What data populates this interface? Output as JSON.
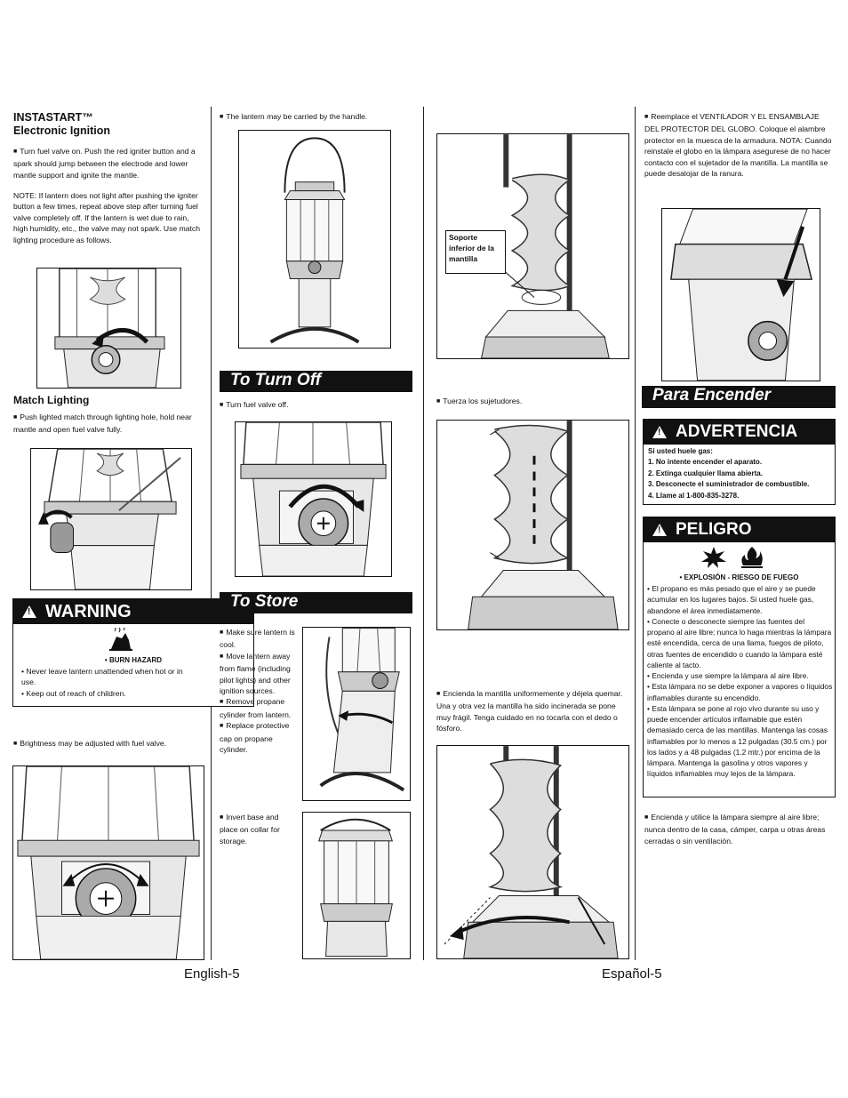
{
  "col1": {
    "instastart_title": "INSTASTART™",
    "instastart_sub": "Electronic Ignition",
    "instastart_step": "Turn fuel valve on. Push the red igniter button and a spark should jump between the electrode and lower mantle support and ignite the mantle.",
    "instastart_note": "NOTE: If lantern does not light after pushing the igniter button a few times, repeat above step after turning fuel valve completely off.  If the lantern is wet due to rain, high humidity, etc., the valve may not spark. Use match lighting procedure as follows.",
    "match_title": "Match Lighting",
    "match_step": "Push lighted match through lighting hole, hold near mantle and open fuel valve fully.",
    "warning_title": "WARNING",
    "burn_hazard": "• BURN HAZARD",
    "burn_1": "• Never leave lantern unattended when hot or in use.",
    "burn_2": "• Keep out of reach of children.",
    "brightness": "Brightness may be adjusted with fuel valve."
  },
  "col2": {
    "carry": "The lantern may be carried by the handle.",
    "turn_off_title": "To Turn Off",
    "turn_off_step": "Turn fuel valve off.",
    "store_title": "To Store",
    "store_1": "Make sure lantern is cool.",
    "store_2": "Move lantern away from flame (including pilot lights) and other ignition sources.",
    "store_3": "Remove propane cylinder from lantern.",
    "store_4": "Replace protective cap on propane cylinder.",
    "store_5": "Invert base and place on collar for storage."
  },
  "col3": {
    "callout": "Soporte inferior de la mantilla",
    "tuerza": "Tuerza los sujetudores.",
    "encienda": "Encienda la mantilla uniformemente y déjela quemar. Una y otra vez la mantilla ha sido incinerada se pone muy frágil. Tenga cuidado en no tocarla con el dedo o fósforo."
  },
  "col4": {
    "reemplace": "Reemplace el VENTILADOR Y EL ENSAMBLAJE DEL PROTECTOR DEL GLOBO. Coloque el alambre protector en la muesca de la armadura. NOTA: Cuando reinstale el globo en la lámpara asegurese de no hacer contacto con el sujetador de la mantilla. La mantilla se puede desalojar de la ranura.",
    "para_encender": "Para Encender",
    "advertencia": "ADVERTENCIA",
    "adv_lead": "Si usted huele gas:",
    "adv_1": "1. No intente encender el aparato.",
    "adv_2": "2. Extinga cualquier llama abierta.",
    "adv_3": "3. Desconecte el suministrador de combustible.",
    "adv_4": "4. Llame al 1-800-835-3278.",
    "peligro": "PELIGRO",
    "explosion": "• EXPLOSIÓN - RIESGO DE FUEGO",
    "pel_1": "• El propano es más pesado que el aire y se puede acumular en los lugares bajos. Si usted huele gas, abandone el área inmediatamente.",
    "pel_2": "• Conecte o desconecte siempre las fuentes del propano al aire libre; nunca lo haga mientras la lámpara esté encendida, cerca de una llama, fuegos de piloto, otras fuentes de encendido o cuando la lámpara esté caliente al tacto.",
    "pel_3": "• Encienda y use siempre la lámpara al aire libre.",
    "pel_4": "• Esta lámpara no se debe exponer a vapores o líquidos inflamables durante su encendido.",
    "pel_5": "• Esta lámpara se pone al rojo vivo durante su uso y puede encender artículos inflamable que estén demasiado cerca de las mantillas. Mantenga las cosas inflamables por lo menos a 12 pulgadas (30.5 cm.) por los lados y a 48 pulgadas (1.2 mtr.) por encima de la lámpara. Mantenga la gasolina y otros vapores y líquidos inflamables muy lejos de la lámpara.",
    "encienda_utilice": "Encienda y utilice la lámpara siempre al aire libre; nunca dentro de la casa, cámper, carpa u otras áreas cerradas o sin ventilación."
  },
  "footer": {
    "english": "English-5",
    "espanol": "Español-5"
  }
}
